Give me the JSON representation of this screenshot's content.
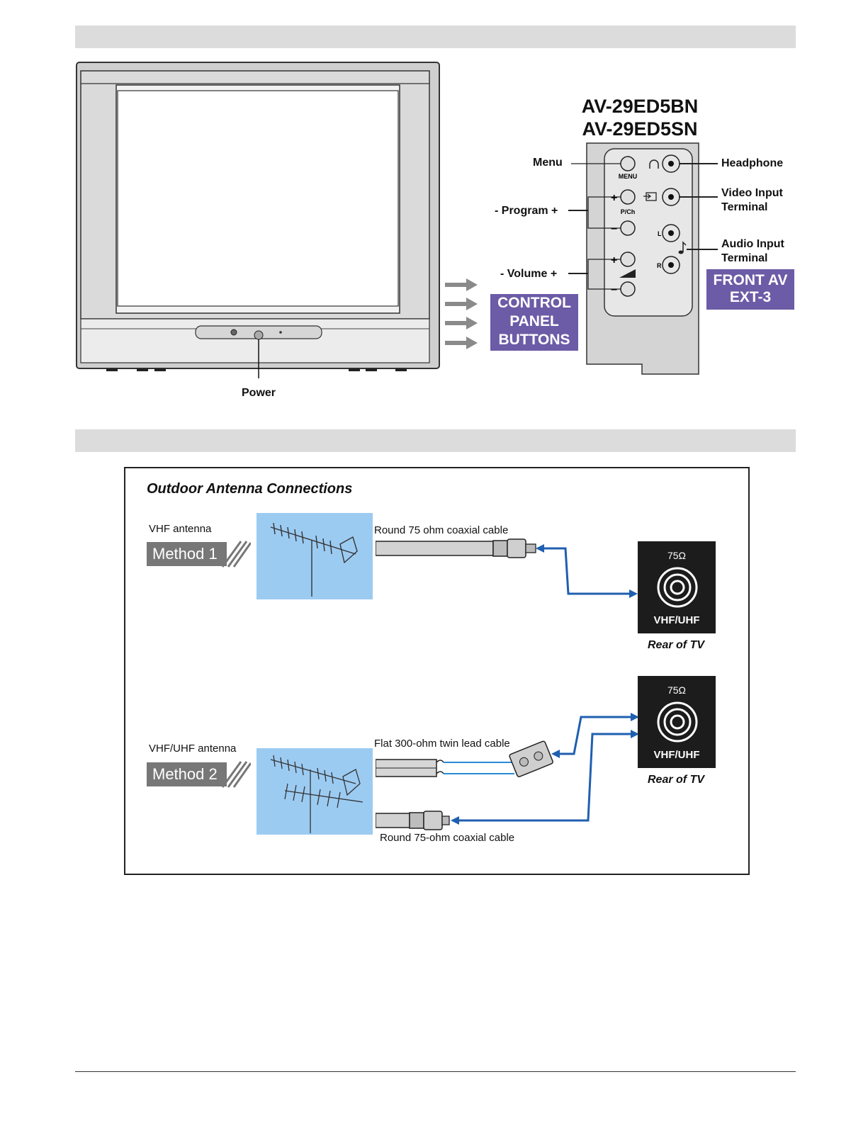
{
  "tv_panel": {
    "model_line1": "AV-29ED5BN",
    "model_line2": "AV-29ED5SN",
    "power_label": "Power",
    "menu_label": "Menu",
    "menu_button_text": "MENU",
    "program_label": "- Program +",
    "pch_text": "P/Ch",
    "volume_label": "- Volume +",
    "headphone_label": "Headphone",
    "video_input_label": "Video Input\nTerminal",
    "audio_input_label": "Audio Input\nTerminal",
    "plus_sign": "+",
    "minus_sign": "−",
    "left_channel": "L",
    "right_channel": "R",
    "control_panel_box": "CONTROL\nPANEL\nBUTTONS",
    "front_av_box": "FRONT AV\nEXT-3"
  },
  "antenna": {
    "title": "Outdoor Antenna Connections",
    "method1": {
      "antenna_label": "VHF antenna",
      "method_label": "Method 1",
      "cable_label": "Round 75 ohm coaxial cable"
    },
    "method2": {
      "antenna_label": "VHF/UHF antenna",
      "method_label": "Method 2",
      "twin_cable_label": "Flat 300-ohm twin lead cable",
      "coax_cable_label": "Round 75-ohm coaxial cable"
    },
    "jack_ohm": "75Ω",
    "jack_label": "VHF/UHF",
    "rear_label": "Rear of TV"
  },
  "colors": {
    "band": "#dcdcdc",
    "purple": "#6c5ba6",
    "sky": "#9ccbf2",
    "arrow_blue": "#1f5fb0",
    "method_grey": "#777777"
  }
}
